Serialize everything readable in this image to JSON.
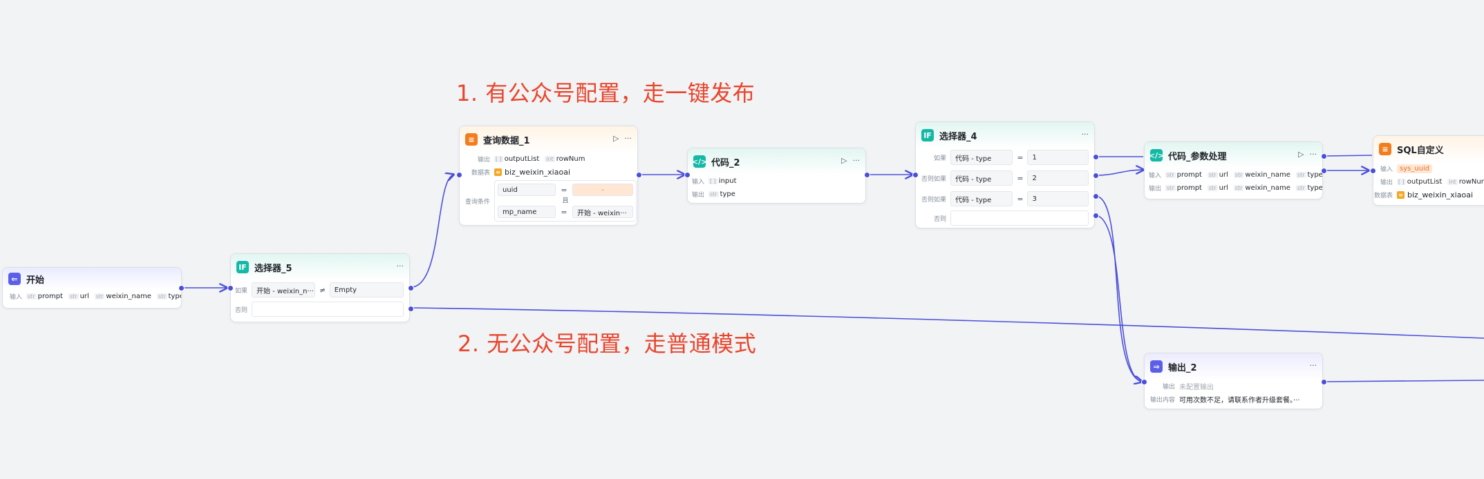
{
  "annotations": {
    "a1": "1. 有公众号配置，走一键发布",
    "a2": "2. 无公众号配置，走普通模式"
  },
  "nodes": {
    "start": {
      "title": "开始",
      "input_label": "输入",
      "vars": [
        {
          "type": "str",
          "name": "prompt"
        },
        {
          "type": "str",
          "name": "url"
        },
        {
          "type": "str",
          "name": "weixin_name"
        },
        {
          "type": "str",
          "name": "type"
        }
      ]
    },
    "sel5": {
      "title": "选择器_5",
      "if_label": "如果",
      "else_label": "否则",
      "cond_left": "开始 - weixin_n···",
      "cond_op": "≠",
      "cond_right": "Empty"
    },
    "query1": {
      "title": "查询数据_1",
      "output_label": "输出",
      "outputs": [
        {
          "type": "[ ]",
          "name": "outputList"
        },
        {
          "type": "int",
          "name": "rowNum"
        }
      ],
      "table_label": "数据表",
      "table": "biz_weixin_xiaoai",
      "cond_label": "查询条件",
      "c1_field": "uuid",
      "c1_op": "=",
      "c1_value": "-",
      "and_label": "且",
      "c2_field": "mp_name",
      "c2_op": "=",
      "c2_value": "开始 - weixin···"
    },
    "code2": {
      "title": "代码_2",
      "input_label": "输入",
      "output_label": "输出",
      "input": {
        "type": "[ ]",
        "name": "input"
      },
      "output": {
        "type": "str",
        "name": "type"
      }
    },
    "sel4": {
      "title": "选择器_4",
      "rows": [
        {
          "label": "如果",
          "left": "代码 - type",
          "op": "=",
          "right": "1"
        },
        {
          "label": "否则如果",
          "left": "代码 - type",
          "op": "=",
          "right": "2"
        },
        {
          "label": "否则如果",
          "left": "代码 - type",
          "op": "=",
          "right": "3"
        }
      ],
      "else_label": "否则"
    },
    "codeparam": {
      "title": "代码_参数处理",
      "input_label": "输入",
      "output_label": "输出",
      "inputs": [
        {
          "type": "str",
          "name": "prompt"
        },
        {
          "type": "str",
          "name": "url"
        },
        {
          "type": "str",
          "name": "weixin_name"
        },
        {
          "type": "str",
          "name": "type"
        }
      ],
      "outputs": [
        {
          "type": "str",
          "name": "prompt"
        },
        {
          "type": "str",
          "name": "url"
        },
        {
          "type": "str",
          "name": "weixin_name"
        },
        {
          "type": "str",
          "name": "type"
        }
      ]
    },
    "output2": {
      "title": "输出_2",
      "output_label": "输出",
      "output_value": "未配置输出",
      "content_label": "输出内容",
      "content_value": "可用次数不足，请联系作者升级套餐。···"
    },
    "sql": {
      "title": "SQL自定义",
      "input_label": "输入",
      "input_tag": "sys_uuid",
      "output_label": "输出",
      "outputs": [
        {
          "type": "[ ]",
          "name": "outputList"
        },
        {
          "type": "int",
          "name": "rowNum"
        }
      ],
      "table_label": "数据表",
      "table": "biz_weixin_xiaoai"
    }
  },
  "icons": {
    "run": "▷",
    "more": "···"
  },
  "colors": {
    "accent": "#4b4fd8",
    "annotation": "#e8452c",
    "teal": "#14b8a6",
    "orange": "#f27d1f"
  }
}
